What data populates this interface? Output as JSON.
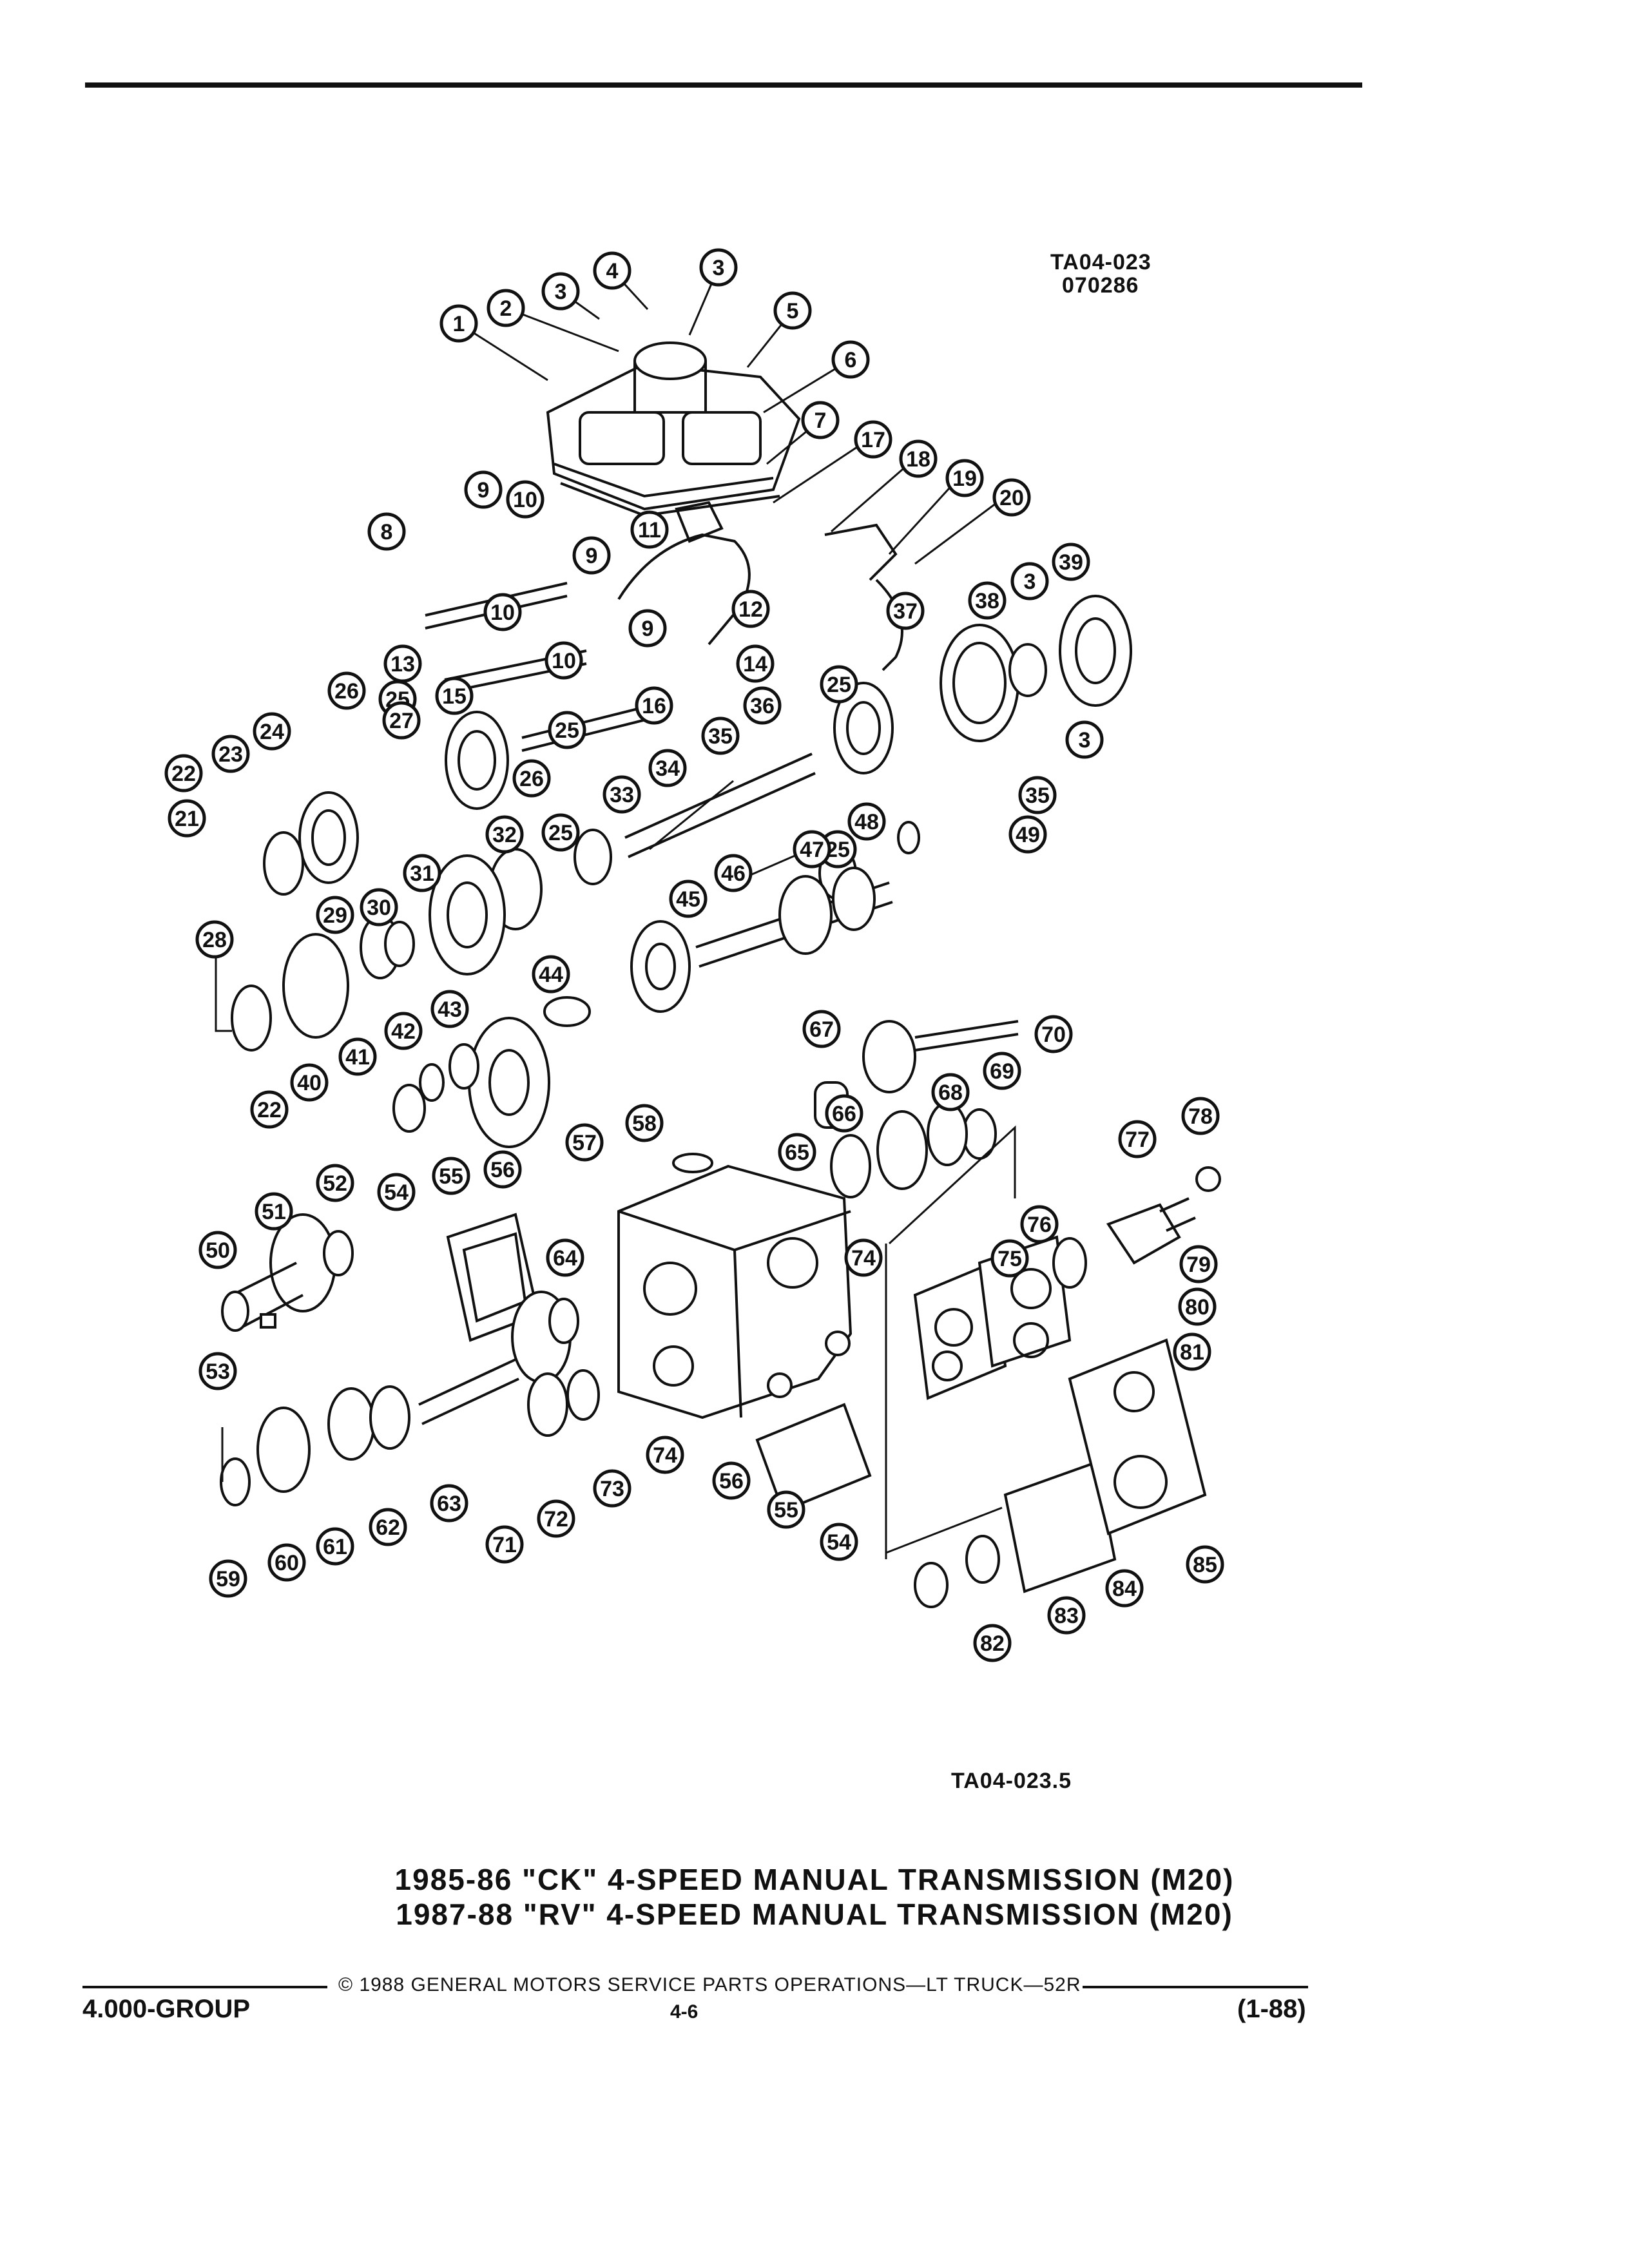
{
  "figure_codes": {
    "top": "TA04-023",
    "top_date": "070286",
    "bottom": "TA04-023.5"
  },
  "title": {
    "line1": "1985-86 \"CK\" 4-SPEED MANUAL TRANSMISSION (M20)",
    "line2": "1987-88 \"RV\" 4-SPEED MANUAL TRANSMISSION (M20)"
  },
  "footer": {
    "copyright": "© 1988 GENERAL MOTORS SERVICE PARTS OPERATIONS—LT TRUCK—52R",
    "group": "4.000-GROUP",
    "page": "4-6",
    "revision": "(1-88)"
  },
  "callouts": [
    {
      "n": "1"
    },
    {
      "n": "2"
    },
    {
      "n": "3"
    },
    {
      "n": "4"
    },
    {
      "n": "3"
    },
    {
      "n": "5"
    },
    {
      "n": "6"
    },
    {
      "n": "7"
    },
    {
      "n": "17"
    },
    {
      "n": "18"
    },
    {
      "n": "19"
    },
    {
      "n": "20"
    },
    {
      "n": "9"
    },
    {
      "n": "10"
    },
    {
      "n": "8"
    },
    {
      "n": "11"
    },
    {
      "n": "9"
    },
    {
      "n": "12"
    },
    {
      "n": "10"
    },
    {
      "n": "9"
    },
    {
      "n": "13"
    },
    {
      "n": "10"
    },
    {
      "n": "14"
    },
    {
      "n": "15"
    },
    {
      "n": "16"
    },
    {
      "n": "25"
    },
    {
      "n": "37"
    },
    {
      "n": "38"
    },
    {
      "n": "3"
    },
    {
      "n": "39"
    },
    {
      "n": "3"
    },
    {
      "n": "26"
    },
    {
      "n": "25"
    },
    {
      "n": "24"
    },
    {
      "n": "27"
    },
    {
      "n": "23"
    },
    {
      "n": "25"
    },
    {
      "n": "36"
    },
    {
      "n": "26"
    },
    {
      "n": "35"
    },
    {
      "n": "35"
    },
    {
      "n": "22"
    },
    {
      "n": "33"
    },
    {
      "n": "34"
    },
    {
      "n": "21"
    },
    {
      "n": "25"
    },
    {
      "n": "25"
    },
    {
      "n": "48"
    },
    {
      "n": "49"
    },
    {
      "n": "32"
    },
    {
      "n": "47"
    },
    {
      "n": "31"
    },
    {
      "n": "46"
    },
    {
      "n": "30"
    },
    {
      "n": "45"
    },
    {
      "n": "29"
    },
    {
      "n": "28"
    },
    {
      "n": "44"
    },
    {
      "n": "43"
    },
    {
      "n": "42"
    },
    {
      "n": "41"
    },
    {
      "n": "40"
    },
    {
      "n": "22"
    },
    {
      "n": "67"
    },
    {
      "n": "70"
    },
    {
      "n": "69"
    },
    {
      "n": "68"
    },
    {
      "n": "78"
    },
    {
      "n": "66"
    },
    {
      "n": "77"
    },
    {
      "n": "58"
    },
    {
      "n": "65"
    },
    {
      "n": "57"
    },
    {
      "n": "56"
    },
    {
      "n": "55"
    },
    {
      "n": "52"
    },
    {
      "n": "54"
    },
    {
      "n": "51"
    },
    {
      "n": "50"
    },
    {
      "n": "64"
    },
    {
      "n": "76"
    },
    {
      "n": "75"
    },
    {
      "n": "74"
    },
    {
      "n": "79"
    },
    {
      "n": "80"
    },
    {
      "n": "81"
    },
    {
      "n": "53"
    },
    {
      "n": "74"
    },
    {
      "n": "56"
    },
    {
      "n": "55"
    },
    {
      "n": "54"
    },
    {
      "n": "63"
    },
    {
      "n": "62"
    },
    {
      "n": "61"
    },
    {
      "n": "60"
    },
    {
      "n": "59"
    },
    {
      "n": "71"
    },
    {
      "n": "72"
    },
    {
      "n": "73"
    },
    {
      "n": "85"
    },
    {
      "n": "84"
    },
    {
      "n": "83"
    },
    {
      "n": "82"
    }
  ]
}
